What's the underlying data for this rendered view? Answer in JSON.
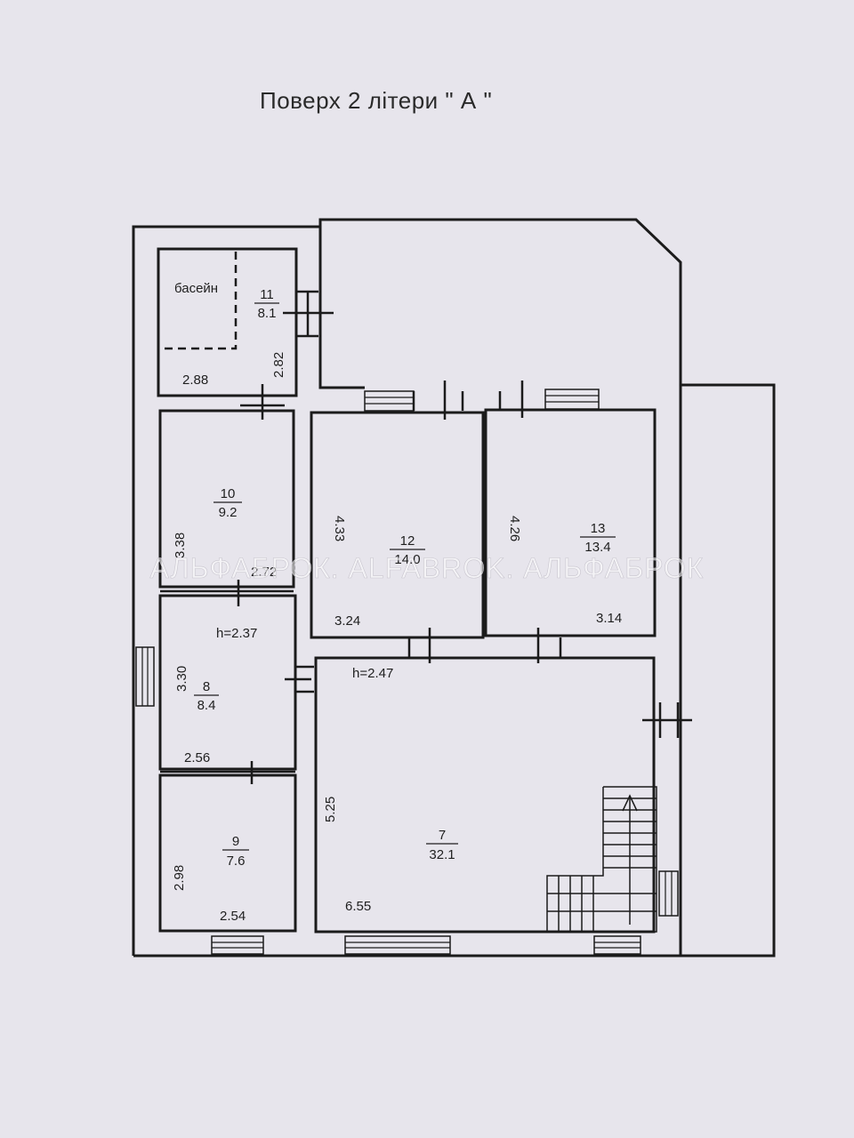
{
  "title": "Поверх 2  літери  \" А \"",
  "watermark": "АЛЬФАБРОК. ALFABROK. АЛЬФАБРОК",
  "rooms": [
    {
      "id": "11",
      "number": "11",
      "area": "8.1",
      "note": "басейн"
    },
    {
      "id": "10",
      "number": "10",
      "area": "9.2"
    },
    {
      "id": "12",
      "number": "12",
      "area": "14.0"
    },
    {
      "id": "13",
      "number": "13",
      "area": "13.4"
    },
    {
      "id": "8",
      "number": "8",
      "area": "8.4"
    },
    {
      "id": "7",
      "number": "7",
      "area": "32.1"
    },
    {
      "id": "9",
      "number": "9",
      "area": "7.6"
    }
  ],
  "dimensions": {
    "r11_width": "2.88",
    "r11_height": "2.82",
    "r10_height": "3.38",
    "r10_width": "2.72",
    "r12_height": "4.33",
    "r12_width": "3.24",
    "r13_height": "4.26",
    "r13_width": "3.14",
    "r8_ceiling": "h=2.37",
    "r8_height": "3.30",
    "r8_width": "2.56",
    "r7_ceiling": "h=2.47",
    "r7_height": "5.25",
    "r7_width": "6.55",
    "r9_height": "2.98",
    "r9_width": "2.54"
  }
}
